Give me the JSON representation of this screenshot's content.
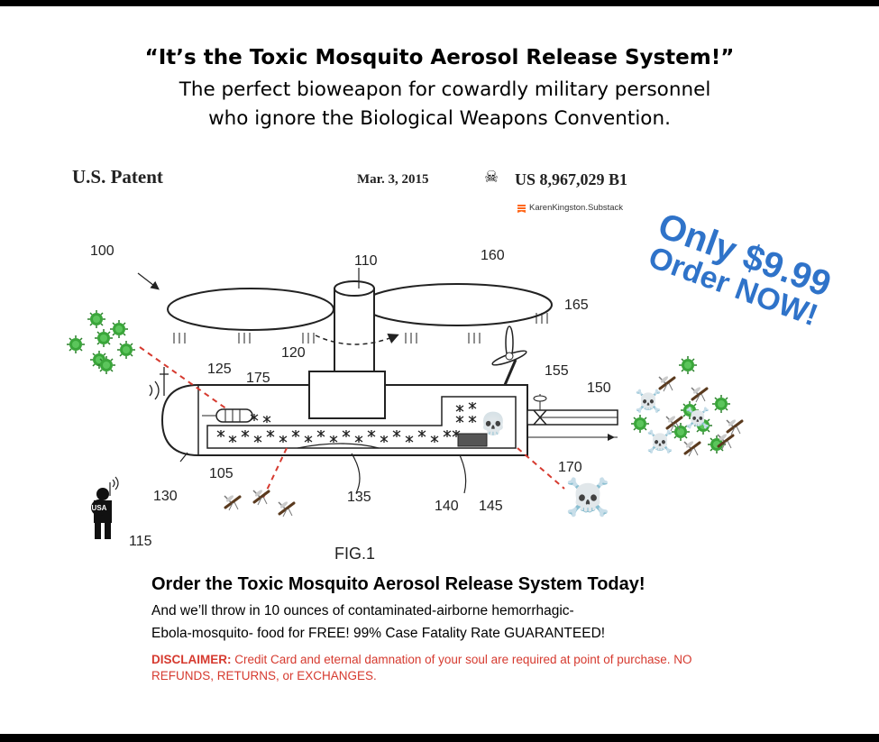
{
  "headline": {
    "title": "“It’s the Toxic Mosquito Aerosol Release System!”",
    "line2": "The perfect bioweapon for cowardly military personnel",
    "line3": "who ignore the Biological Weapons Convention."
  },
  "patent": {
    "left": "U.S. Patent",
    "date": "Mar. 3, 2015",
    "number": "US 8,967,029 B1",
    "source": "KarenKingston.Substack"
  },
  "diagram": {
    "labels": [
      "100",
      "110",
      "160",
      "165",
      "120",
      "125",
      "175",
      "155",
      "150",
      "130",
      "105",
      "135",
      "140",
      "145",
      "170",
      "115"
    ],
    "fig": "FIG.1",
    "flag_text": "USA"
  },
  "promo": {
    "line1": "Only $9.99",
    "line2": "Order NOW!"
  },
  "cta": {
    "title": "Order the Toxic Mosquito Aerosol Release System Today!",
    "body1": "And we’ll throw in 10 ounces of contaminated-airborne hemorrhagic-",
    "body2": "Ebola-mosquito- food for FREE! 99% Case Fatality Rate GUARANTEED!",
    "disclaimer_label": "DISCLAIMER:",
    "disclaimer_text": " Credit Card and eternal damnation of your soul are required at point of purchase. NO REFUNDS, RETURNS, or EXCHANGES."
  },
  "colors": {
    "promo_blue": "#2f73c9",
    "disclaimer_red": "#d63a2f",
    "virus_green": "#3aa63a",
    "dashed_red": "#d63a2f"
  }
}
